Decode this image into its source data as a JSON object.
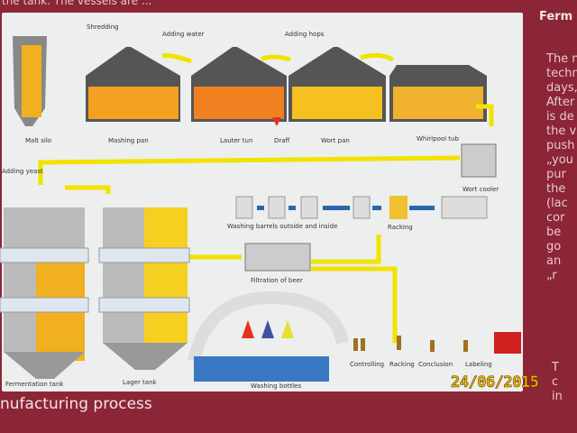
{
  "header": {
    "top_text": "the tank. The vessels are ..."
  },
  "diagram": {
    "labels": {
      "shredding": "Shredding",
      "adding_water": "Adding water",
      "adding_hops": "Adding hops",
      "malt_silo": "Malt silo",
      "mashing_pan": "Mashing pan",
      "lauter_tun": "Lauter tun",
      "draff": "Draff",
      "wort_pan": "Wort pan",
      "whirlpool_tub": "Whirlpool tub",
      "wort_cooler": "Wort cooler",
      "adding_yeast": "Adding yeast",
      "washing_barrels": "Washing barrels outside and inside",
      "racking_barrels": "Racking",
      "filtration": "Filtration of beer",
      "washing_bottles": "Washing bottles",
      "controlling": "Controlling",
      "racking_bottles": "Racking",
      "conclusion": "Conclusion",
      "labeling": "Labeling",
      "fermentation_tank": "Fermentation tank",
      "lager_tank": "Lager tank"
    }
  },
  "footer": {
    "title": "nufacturing process"
  },
  "sidebar": {
    "title": "Ferm",
    "lines": [
      "The m",
      "techn",
      "days,",
      "After",
      "is de",
      "the v",
      "push",
      "„you",
      "pur",
      "the",
      "(lac",
      "cor",
      "be",
      "go",
      "an",
      "„r"
    ],
    "lines2": [
      "T",
      "c",
      "in"
    ]
  },
  "photo": {
    "date_stamp": "24/06/2015"
  },
  "colors": {
    "background": "#8c2536",
    "panel": "#ecefed",
    "accent_yellow": "#f2e200",
    "arrow_blue": "#2a66b0"
  }
}
